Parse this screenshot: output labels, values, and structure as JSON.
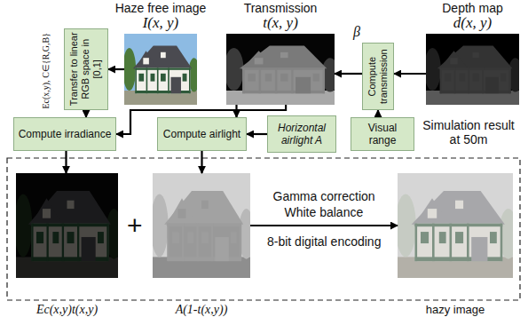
{
  "diagram": {
    "nodes": [
      {
        "text": [
          "Haze free image",
          "I(x, y)"
        ]
      },
      {
        "text": [
          "Transmission",
          "t(x, y)"
        ]
      },
      {
        "text": [
          "Depth map",
          "d(x, y)"
        ]
      },
      {
        "text": [
          "Transfer to linear RGB space in [0,1]"
        ]
      },
      {
        "text": [
          "Compute transmission"
        ]
      },
      {
        "text": [
          "Compute irradiance"
        ]
      },
      {
        "text": [
          "Compute airlight"
        ]
      },
      {
        "text": [
          "Horizontal airlight A"
        ]
      },
      {
        "text": [
          "Visual range"
        ]
      },
      {
        "text": [
          "Ec(x,y)t(x,y)"
        ]
      },
      {
        "text": [
          "A(1-t(x,y))"
        ]
      },
      {
        "text": [
          "hazy image"
        ]
      }
    ],
    "edges": [
      {
        "from": 2,
        "to": 4,
        "arrow": "to"
      },
      {
        "from": 8,
        "to": 4,
        "arrow": "to"
      },
      {
        "from": 4,
        "to": 1,
        "arrow": "to"
      },
      {
        "from": 0,
        "to": 3,
        "arrow": "to"
      },
      {
        "from": 3,
        "to": 5,
        "arrow": "to"
      },
      {
        "from": 1,
        "to": 5,
        "arrow": "to"
      },
      {
        "from": 1,
        "to": 6,
        "arrow": "to"
      },
      {
        "from": 7,
        "to": 6,
        "arrow": "to"
      },
      {
        "from": 5,
        "to": 9,
        "arrow": "to"
      },
      {
        "from": 6,
        "to": 10,
        "arrow": "to"
      },
      {
        "from": 10,
        "to": 11,
        "arrow": "to"
      }
    ],
    "labels": [
      "Ec(x,y), C∈{R,G,B}",
      "β",
      "Simulation result at 50m",
      "+",
      "Gamma correction",
      "White balance",
      "8-bit digital encoding"
    ]
  }
}
